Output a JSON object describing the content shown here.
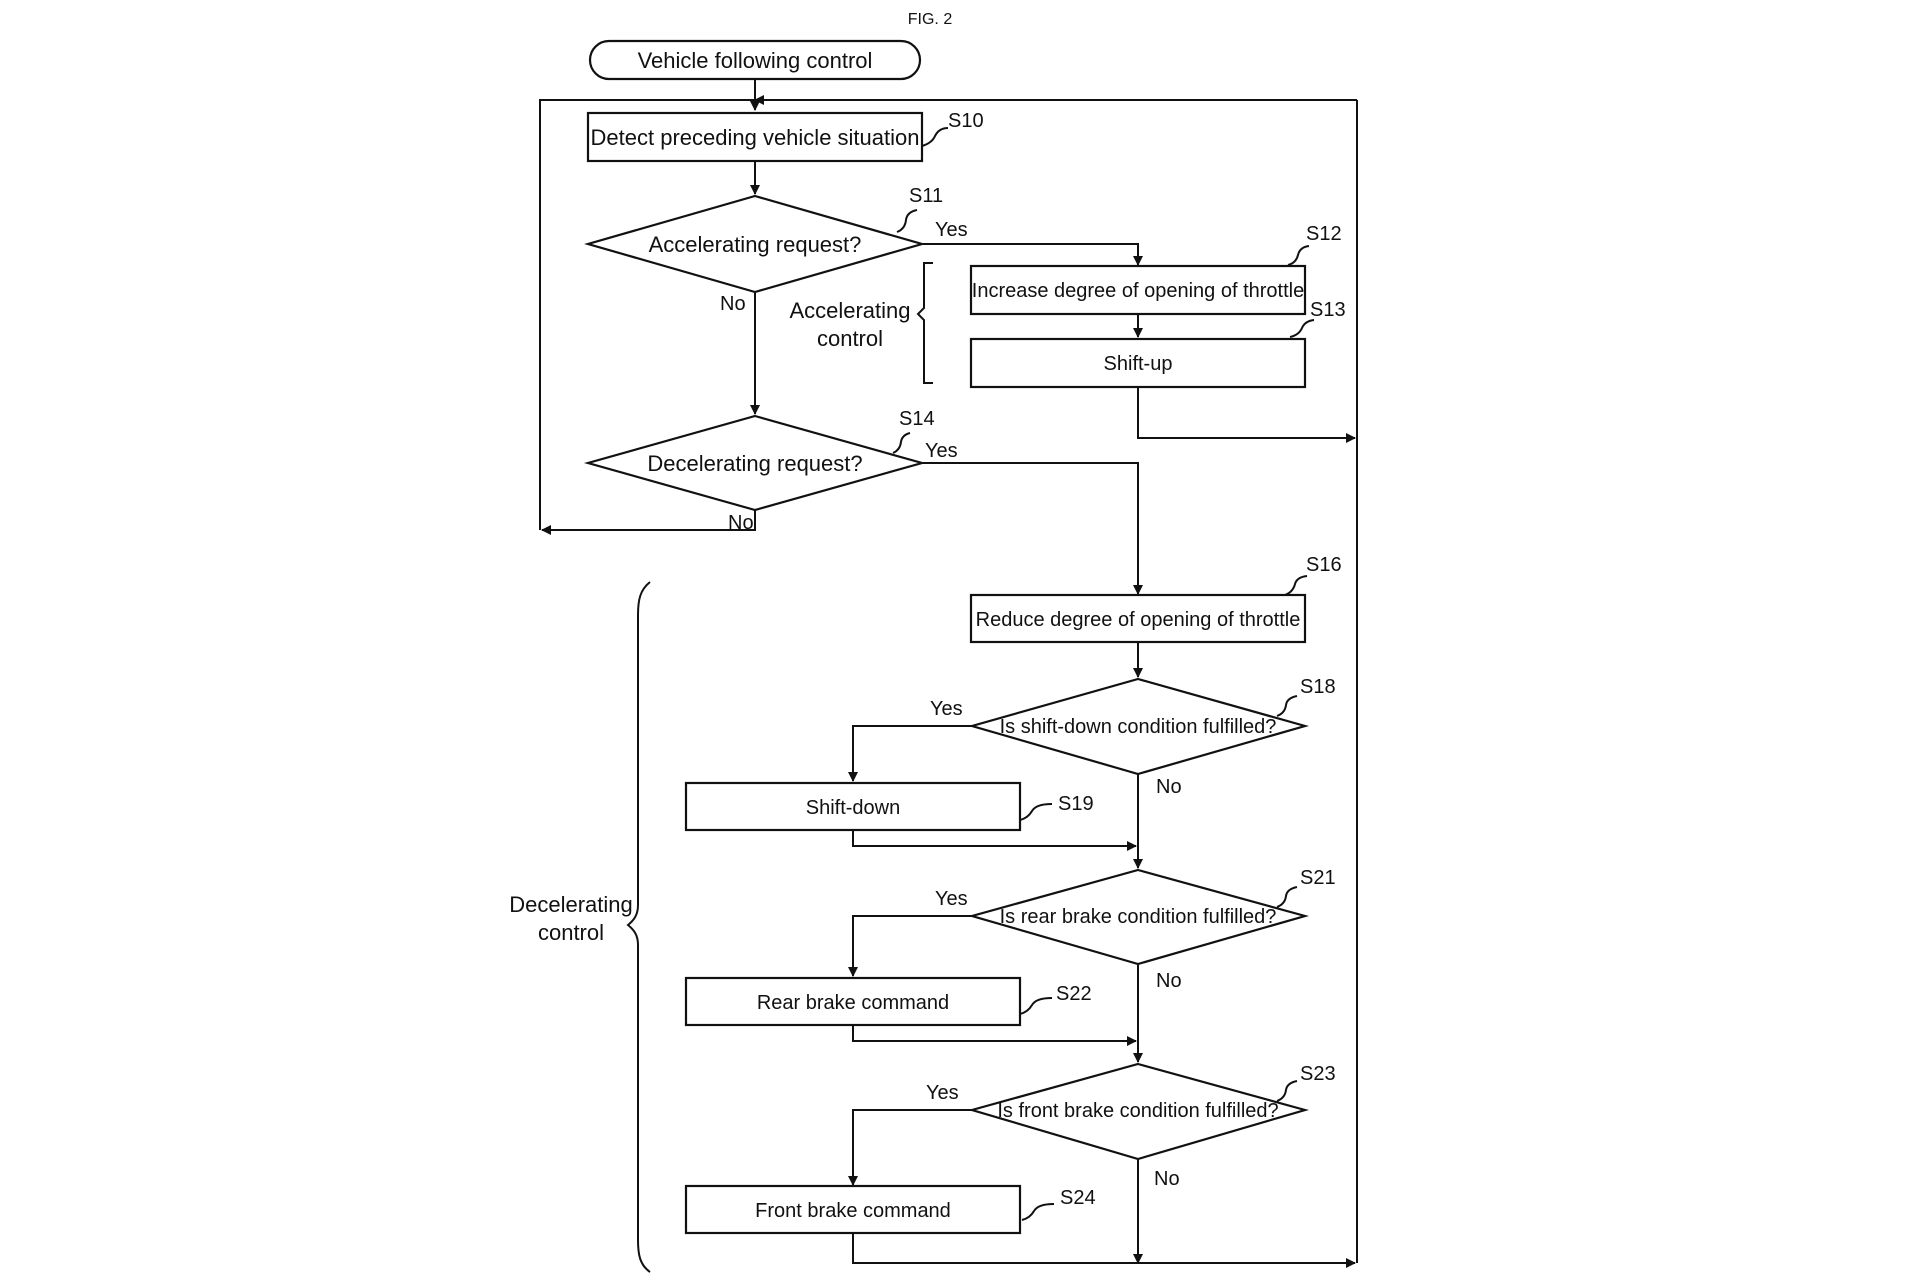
{
  "figure": {
    "title": "FIG. 2"
  },
  "start": {
    "label": "Vehicle following control"
  },
  "steps": {
    "s10": {
      "id": "S10",
      "label": "Detect preceding vehicle situation"
    },
    "s11": {
      "id": "S11",
      "label": "Accelerating request?"
    },
    "s12": {
      "id": "S12",
      "label": "Increase degree of opening of throttle"
    },
    "s13": {
      "id": "S13",
      "label": "Shift-up"
    },
    "s14": {
      "id": "S14",
      "label": "Decelerating request?"
    },
    "s16": {
      "id": "S16",
      "label": "Reduce degree of opening of throttle"
    },
    "s18": {
      "id": "S18",
      "label": "Is shift-down condition fulfilled?"
    },
    "s19": {
      "id": "S19",
      "label": "Shift-down"
    },
    "s21": {
      "id": "S21",
      "label": "Is rear brake condition fulfilled?"
    },
    "s22": {
      "id": "S22",
      "label": "Rear brake command"
    },
    "s23": {
      "id": "S23",
      "label": "Is front brake condition fulfilled?"
    },
    "s24": {
      "id": "S24",
      "label": "Front brake command"
    }
  },
  "branches": {
    "yes": "Yes",
    "no": "No"
  },
  "groups": {
    "accelerating": {
      "line1": "Accelerating",
      "line2": "control"
    },
    "decelerating": {
      "line1": "Decelerating",
      "line2": "control"
    }
  }
}
